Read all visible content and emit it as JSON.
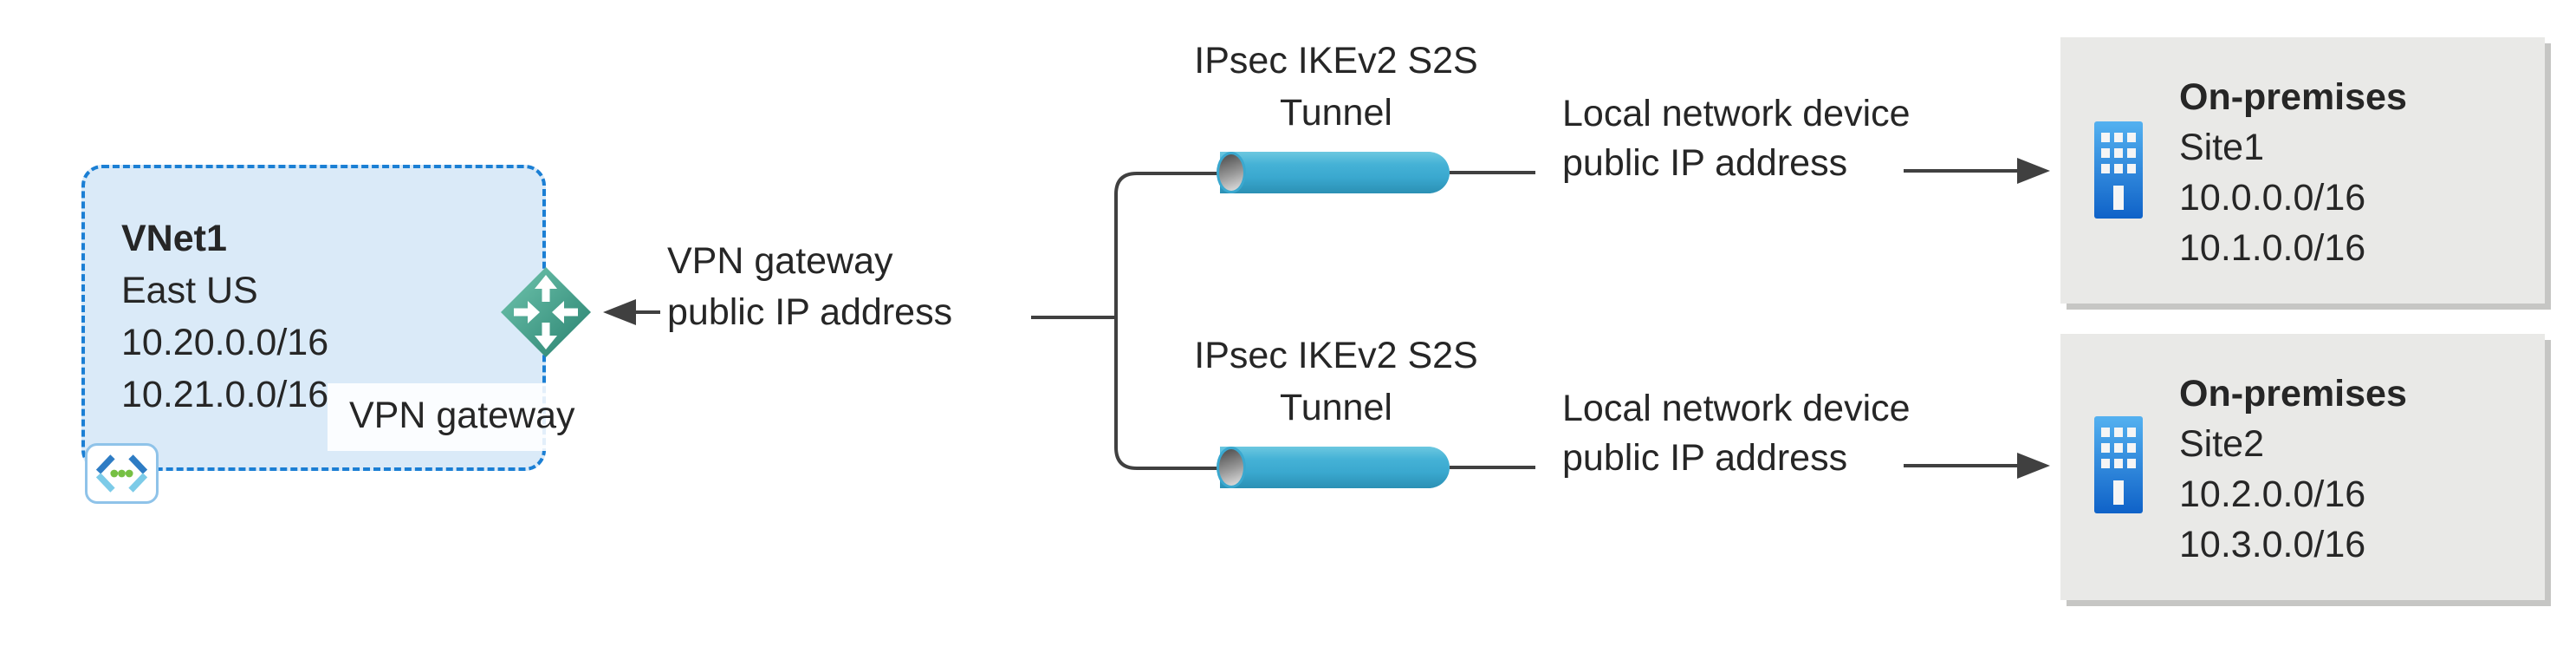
{
  "colors": {
    "background": "#ffffff",
    "text": "#262626",
    "connector": "#404040",
    "vnet_fill": "#daeaf8",
    "vnet_border": "#1b7fd4",
    "vnet_icon_border": "#8fc3e9",
    "vnet_icon_chevron_dark": "#2e7cc4",
    "vnet_icon_chevron_light": "#7ccbe8",
    "vnet_icon_dot_green": "#76c043",
    "gateway_teal_light": "#72c7b0",
    "gateway_teal_dark": "#27806e",
    "tunnel_blue": "#41b0d5",
    "tunnel_blue_dark": "#2b90b4",
    "site_fill": "#e9e9e7",
    "site_shadow": "#c6c6c4",
    "building_blue_light": "#54b1f0",
    "building_blue_dark": "#0f62c8"
  },
  "vnet": {
    "name": "VNet1",
    "region": "East US",
    "prefix1": "10.20.0.0/16",
    "prefix2": "10.21.0.0/16",
    "gateway_label": "VPN gateway",
    "icon": "virtual-network-icon",
    "gateway_icon": "vpn-gateway-icon"
  },
  "gateway_ip_label": {
    "line1": "VPN gateway",
    "line2": "public IP address"
  },
  "tunnels": [
    {
      "line1": "IPsec IKEv2 S2S",
      "line2": "Tunnel",
      "icon": "tunnel-cylinder-icon"
    },
    {
      "line1": "IPsec IKEv2 S2S",
      "line2": "Tunnel",
      "icon": "tunnel-cylinder-icon"
    }
  ],
  "device_labels": [
    {
      "line1": "Local network device",
      "line2": "public IP address"
    },
    {
      "line1": "Local network device",
      "line2": "public IP address"
    }
  ],
  "sites": [
    {
      "title": "On-premises",
      "name": "Site1",
      "prefix1": "10.0.0.0/16",
      "prefix2": "10.1.0.0/16",
      "icon": "building-icon"
    },
    {
      "title": "On-premises",
      "name": "Site2",
      "prefix1": "10.2.0.0/16",
      "prefix2": "10.3.0.0/16",
      "icon": "building-icon"
    }
  ]
}
